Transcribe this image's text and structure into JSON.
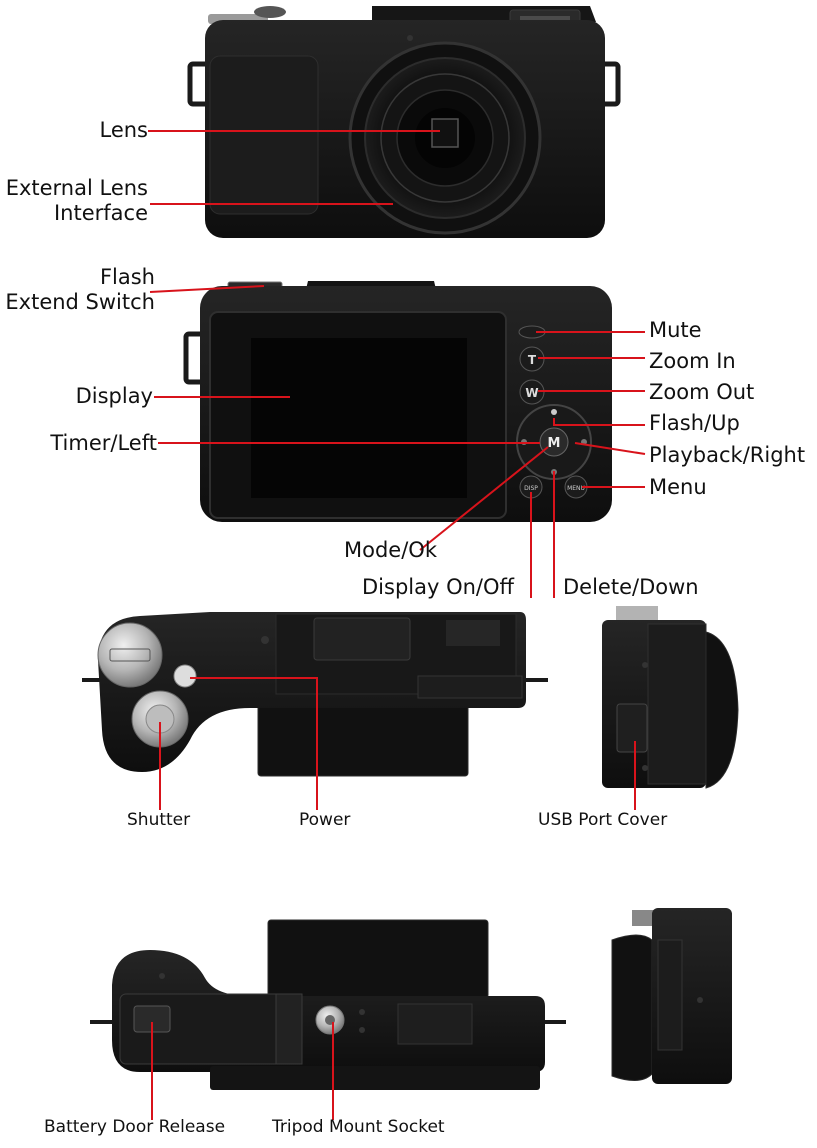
{
  "colors": {
    "leader_line": "#d8131b",
    "camera_body": "#141414",
    "camera_edge": "#2b2b2b",
    "screen": "#050505",
    "background": "#ffffff"
  },
  "labels": {
    "lens": "Lens",
    "external_lens_line1": "External Lens",
    "external_lens_line2": "Interface",
    "flash_line1": "Flash",
    "flash_line2": "Extend Switch",
    "display": "Display",
    "timer_left": "Timer/Left",
    "mute": "Mute",
    "zoom_in": "Zoom In",
    "zoom_out": "Zoom Out",
    "flash_up": "Flash/Up",
    "playback_right": "Playback/Right",
    "menu": "Menu",
    "mode_ok": "Mode/Ok",
    "display_on_off": "Display On/Off",
    "delete_down": "Delete/Down",
    "shutter": "Shutter",
    "power": "Power",
    "usb_port_cover": "USB Port Cover",
    "battery_door_release": "Battery Door Release",
    "tripod_mount_socket": "Tripod Mount Socket"
  },
  "button_marks": {
    "t_button": "T",
    "w_button": "W",
    "m_button": "M",
    "disp_button": "DISP",
    "menu_button": "MENU"
  }
}
